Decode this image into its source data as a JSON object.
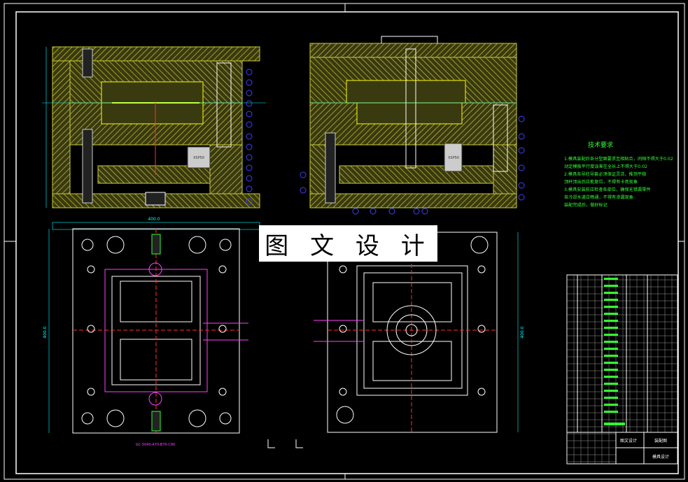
{
  "watermark": "图 文 设 计",
  "tech_requirements": {
    "title": "技术要求",
    "lines": [
      "1.模具装配后各分型面要求互相贴合，间隙不得大于0.02",
      "  动定模板平行度误差在全长上不得大于0.02",
      "2.模具各导柱导套必须保证灵活，推顶平稳",
      "  顶杆顶出后应能复位，不得有卡死现象",
      "3.模具安装前应检查各部位，确保无错漏零件",
      "  各冷却水道应畅通，不得有渗漏现象",
      "  装配完成后，做好标记"
    ]
  },
  "labels": {
    "dim_top": "400.0",
    "dim_side": "400.0",
    "dim_right": "400.0",
    "part_note": "GC-5040-A70-B70-C90",
    "block_tag": "XSP50"
  },
  "title_block": {
    "company": "图文设计",
    "drawing_name": "装配图",
    "drawing_no": "模具设计"
  },
  "colors": {
    "frame": "#ffffff",
    "plate": "#cccc33",
    "hatch": "#b8b830",
    "core": "#ffff00",
    "outline": "#00ffff",
    "center": "#ff3030",
    "magenta": "#ff40ff",
    "green": "#33ff33",
    "blue": "#4040ff"
  }
}
